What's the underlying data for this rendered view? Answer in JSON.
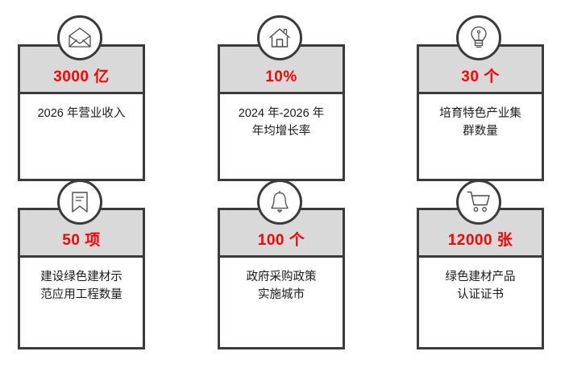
{
  "theme": {
    "accent_color": "#ff0000",
    "band_color": "#d9d9d9",
    "border_color": "#3b3b3b",
    "text_color": "#1a1a1a",
    "background": "#ffffff"
  },
  "cards": [
    {
      "icon": "envelope-icon",
      "value": "3000 亿",
      "label": "2026 年营业收入"
    },
    {
      "icon": "home-icon",
      "value": "10%",
      "label": "2024 年-2026 年\n年均增长率"
    },
    {
      "icon": "lightbulb-icon",
      "value": "30 个",
      "label": "培育特色产业集\n群数量"
    },
    {
      "icon": "bookmark-icon",
      "value": "50 项",
      "label": "建设绿色建材示\n范应用工程数量"
    },
    {
      "icon": "bell-icon",
      "value": "100 个",
      "label": "政府采购政策\n实施城市"
    },
    {
      "icon": "shopping-cart-icon",
      "value": "12000 张",
      "label": "绿色建材产品\n认证证书"
    }
  ]
}
